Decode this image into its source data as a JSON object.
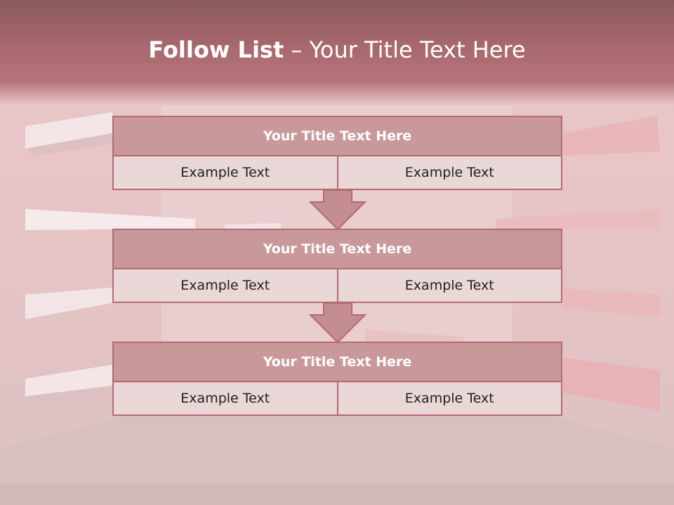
{
  "slide": {
    "title_bold": "Follow List",
    "title_rest": "– Your Title Text Here"
  },
  "boxes": [
    {
      "title": "Your Title Text Here",
      "cells": [
        "Example Text",
        "Example Text"
      ]
    },
    {
      "title": "Your Title Text Here",
      "cells": [
        "Example Text",
        "Example Text"
      ]
    },
    {
      "title": "Your Title Text Here",
      "cells": [
        "Example Text",
        "Example Text"
      ]
    }
  ],
  "colors": {
    "header": "#a8686e",
    "box_title_fill": "#c9989b",
    "box_cell_fill": "#ead7d8",
    "border": "#b46b70",
    "arrow_fill": "#c48d91"
  },
  "icons": [
    "down-arrow-icon",
    "down-arrow-icon"
  ]
}
